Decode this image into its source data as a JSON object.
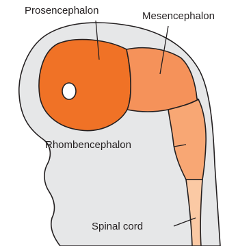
{
  "diagram": {
    "colors": {
      "embryo_fill": "#e6e7e8",
      "outline": "#231f20",
      "prosencephalon": "#f07226",
      "mesencephalon": "#f5925a",
      "rhombencephalon": "#f8a774",
      "spinal_cord": "#fbc9a4",
      "eye_fill": "#ffffff"
    },
    "labels": {
      "prosencephalon": "Prosencephalon",
      "mesencephalon": "Mesencephalon",
      "rhombencephalon": "Rhombencephalon",
      "spinal_cord": "Spinal cord"
    }
  }
}
